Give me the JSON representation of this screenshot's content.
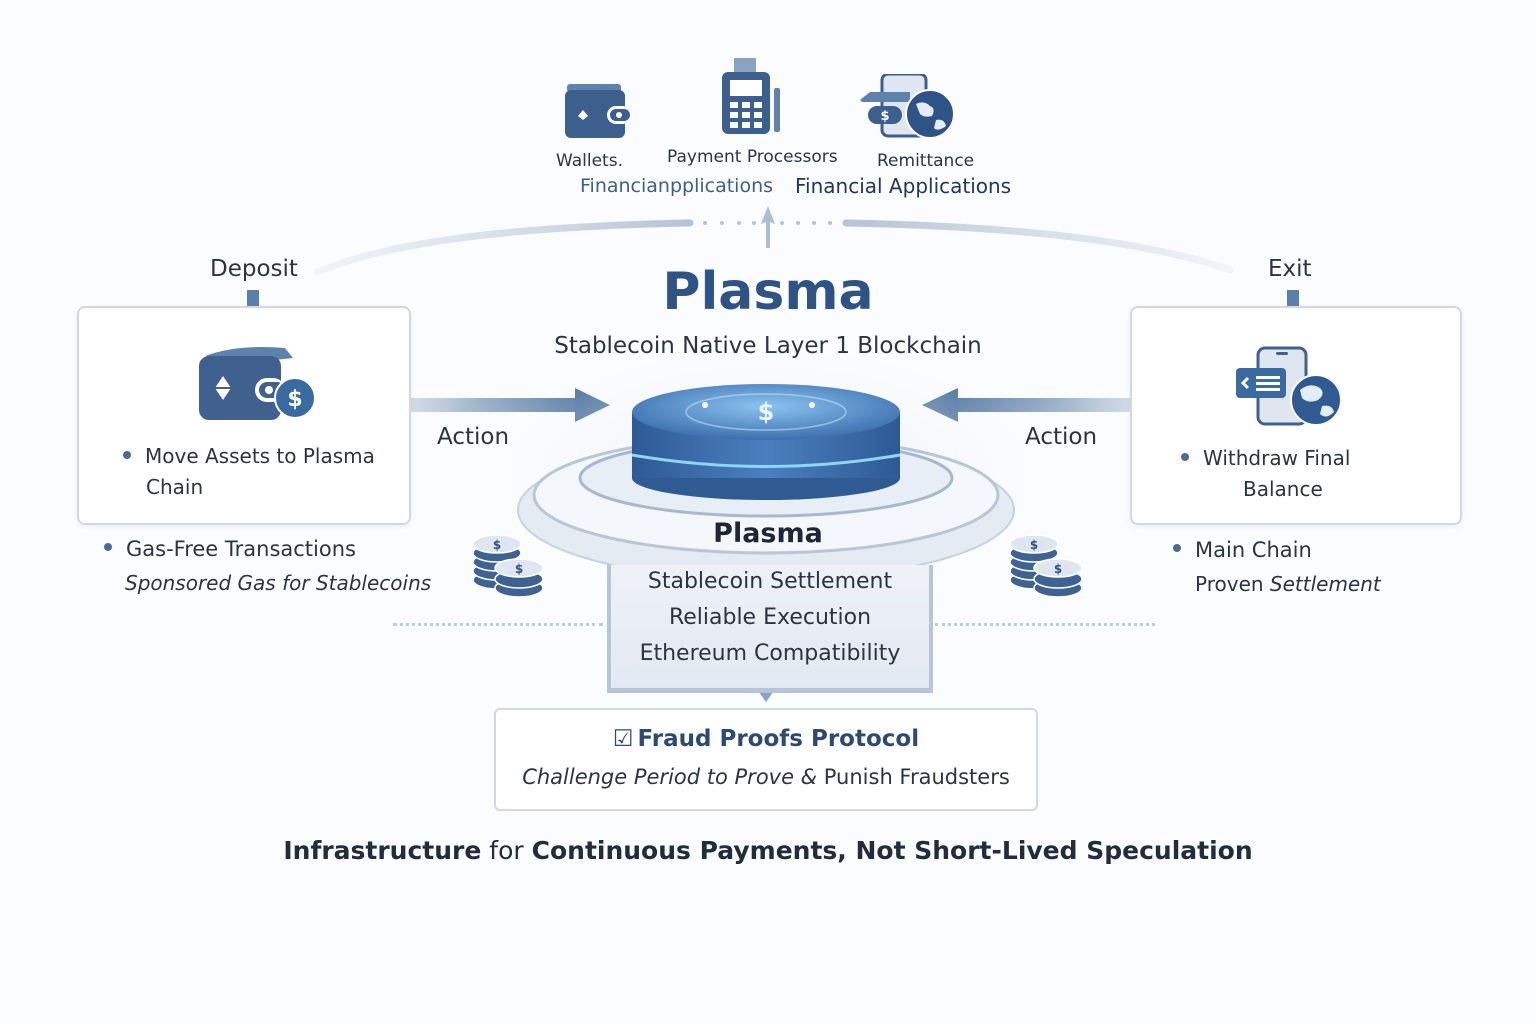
{
  "top_row": {
    "icons": [
      {
        "icon": "wallet-icon",
        "label": "Wallets."
      },
      {
        "icon": "payment-terminal-icon",
        "label": "Payment Processors"
      },
      {
        "icon": "remittance-globe-icon",
        "label": "Remittance"
      }
    ],
    "financial_labels": [
      "Financianpplications",
      "Financial Applications"
    ]
  },
  "title": "Plasma",
  "subtitle": "Stablecoin Native Layer 1 Blockchain",
  "left": {
    "heading": "Deposit",
    "box_icon": "wallet-dollar-icon",
    "bullet_lines": [
      "Move Assets to Plasma",
      "Chain"
    ],
    "action_label": "Action",
    "note_title": "Gas-Free Transactions",
    "note_sub": "Sponsored Gas for Stablecoins"
  },
  "right": {
    "heading": "Exit",
    "box_icon": "phone-globe-icon",
    "bullet_lines": [
      "Withdraw Final",
      "Balance"
    ],
    "action_label": "Action",
    "note_title": "Main Chain",
    "note_sub_plain": "Proven",
    "note_sub_italic": "Settlement"
  },
  "platform": {
    "icon": "dollar-coin-platform-icon",
    "label": "Plasma",
    "features": [
      "Stablecoin Settlement",
      "Reliable Execution",
      "Ethereum Compatibility"
    ]
  },
  "fraud": {
    "checkbox": "☑",
    "title": "Fraud Proofs Protocol",
    "sub_italic": "Challenge Period to Prove &",
    "sub_plain": "Punish Fraudsters"
  },
  "tagline": {
    "part1": "Infrastructure",
    "part2": " for ",
    "part3": "Continuous Payments, Not Short-Lived Speculation"
  },
  "colors": {
    "accent": "#2f5384",
    "icon_blue": "#3d5f8c",
    "glow": "#7fc4ff"
  }
}
